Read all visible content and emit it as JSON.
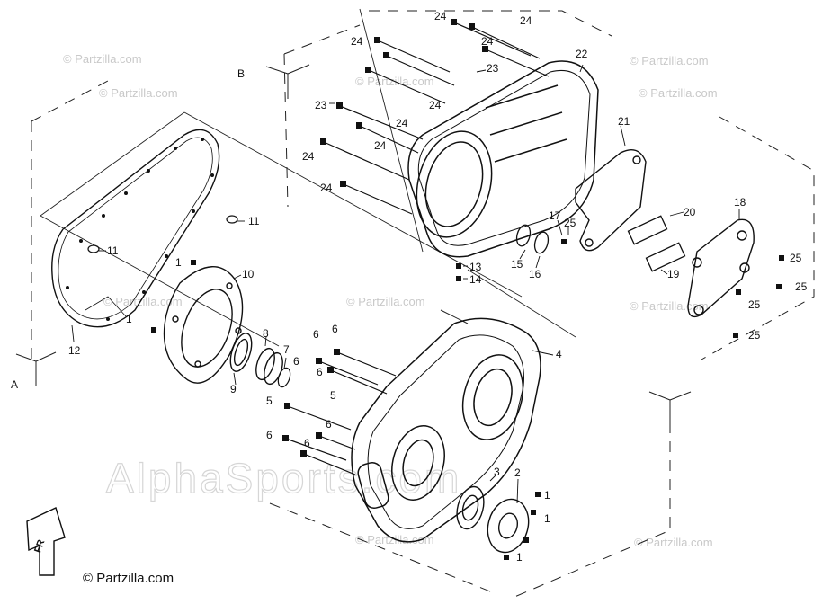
{
  "watermarks": {
    "small": "© Partzilla.com",
    "big": "AlphaSports.com"
  },
  "credit": "© Partzilla.com",
  "view_labels": {
    "a": "A",
    "b": "B"
  },
  "callouts": {
    "c1a": "1",
    "c1b": "1",
    "c1c": "1",
    "c1d": "1",
    "c1e": "1",
    "c2": "2",
    "c3": "3",
    "c4": "4",
    "c5a": "5",
    "c5b": "5",
    "c6a": "6",
    "c6b": "6",
    "c6c": "6",
    "c6d": "6",
    "c6e": "6",
    "c6f": "6",
    "c6g": "6",
    "c7": "7",
    "c8": "8",
    "c9": "9",
    "c10": "10",
    "c11a": "11",
    "c11b": "11",
    "c12": "12",
    "c13": "13",
    "c14": "14",
    "c15": "15",
    "c16": "16",
    "c17": "17",
    "c18": "18",
    "c19": "19",
    "c20": "20",
    "c21": "21",
    "c22": "22",
    "c23a": "23",
    "c23b": "23",
    "c24a": "24",
    "c24b": "24",
    "c24c": "24",
    "c24d": "24",
    "c24e": "24",
    "c24f": "24",
    "c24g": "24",
    "c24h": "24",
    "c24i": "24",
    "c25a": "25",
    "c25b": "25",
    "c25c": "25",
    "c25d": "25",
    "c25e": "25"
  }
}
